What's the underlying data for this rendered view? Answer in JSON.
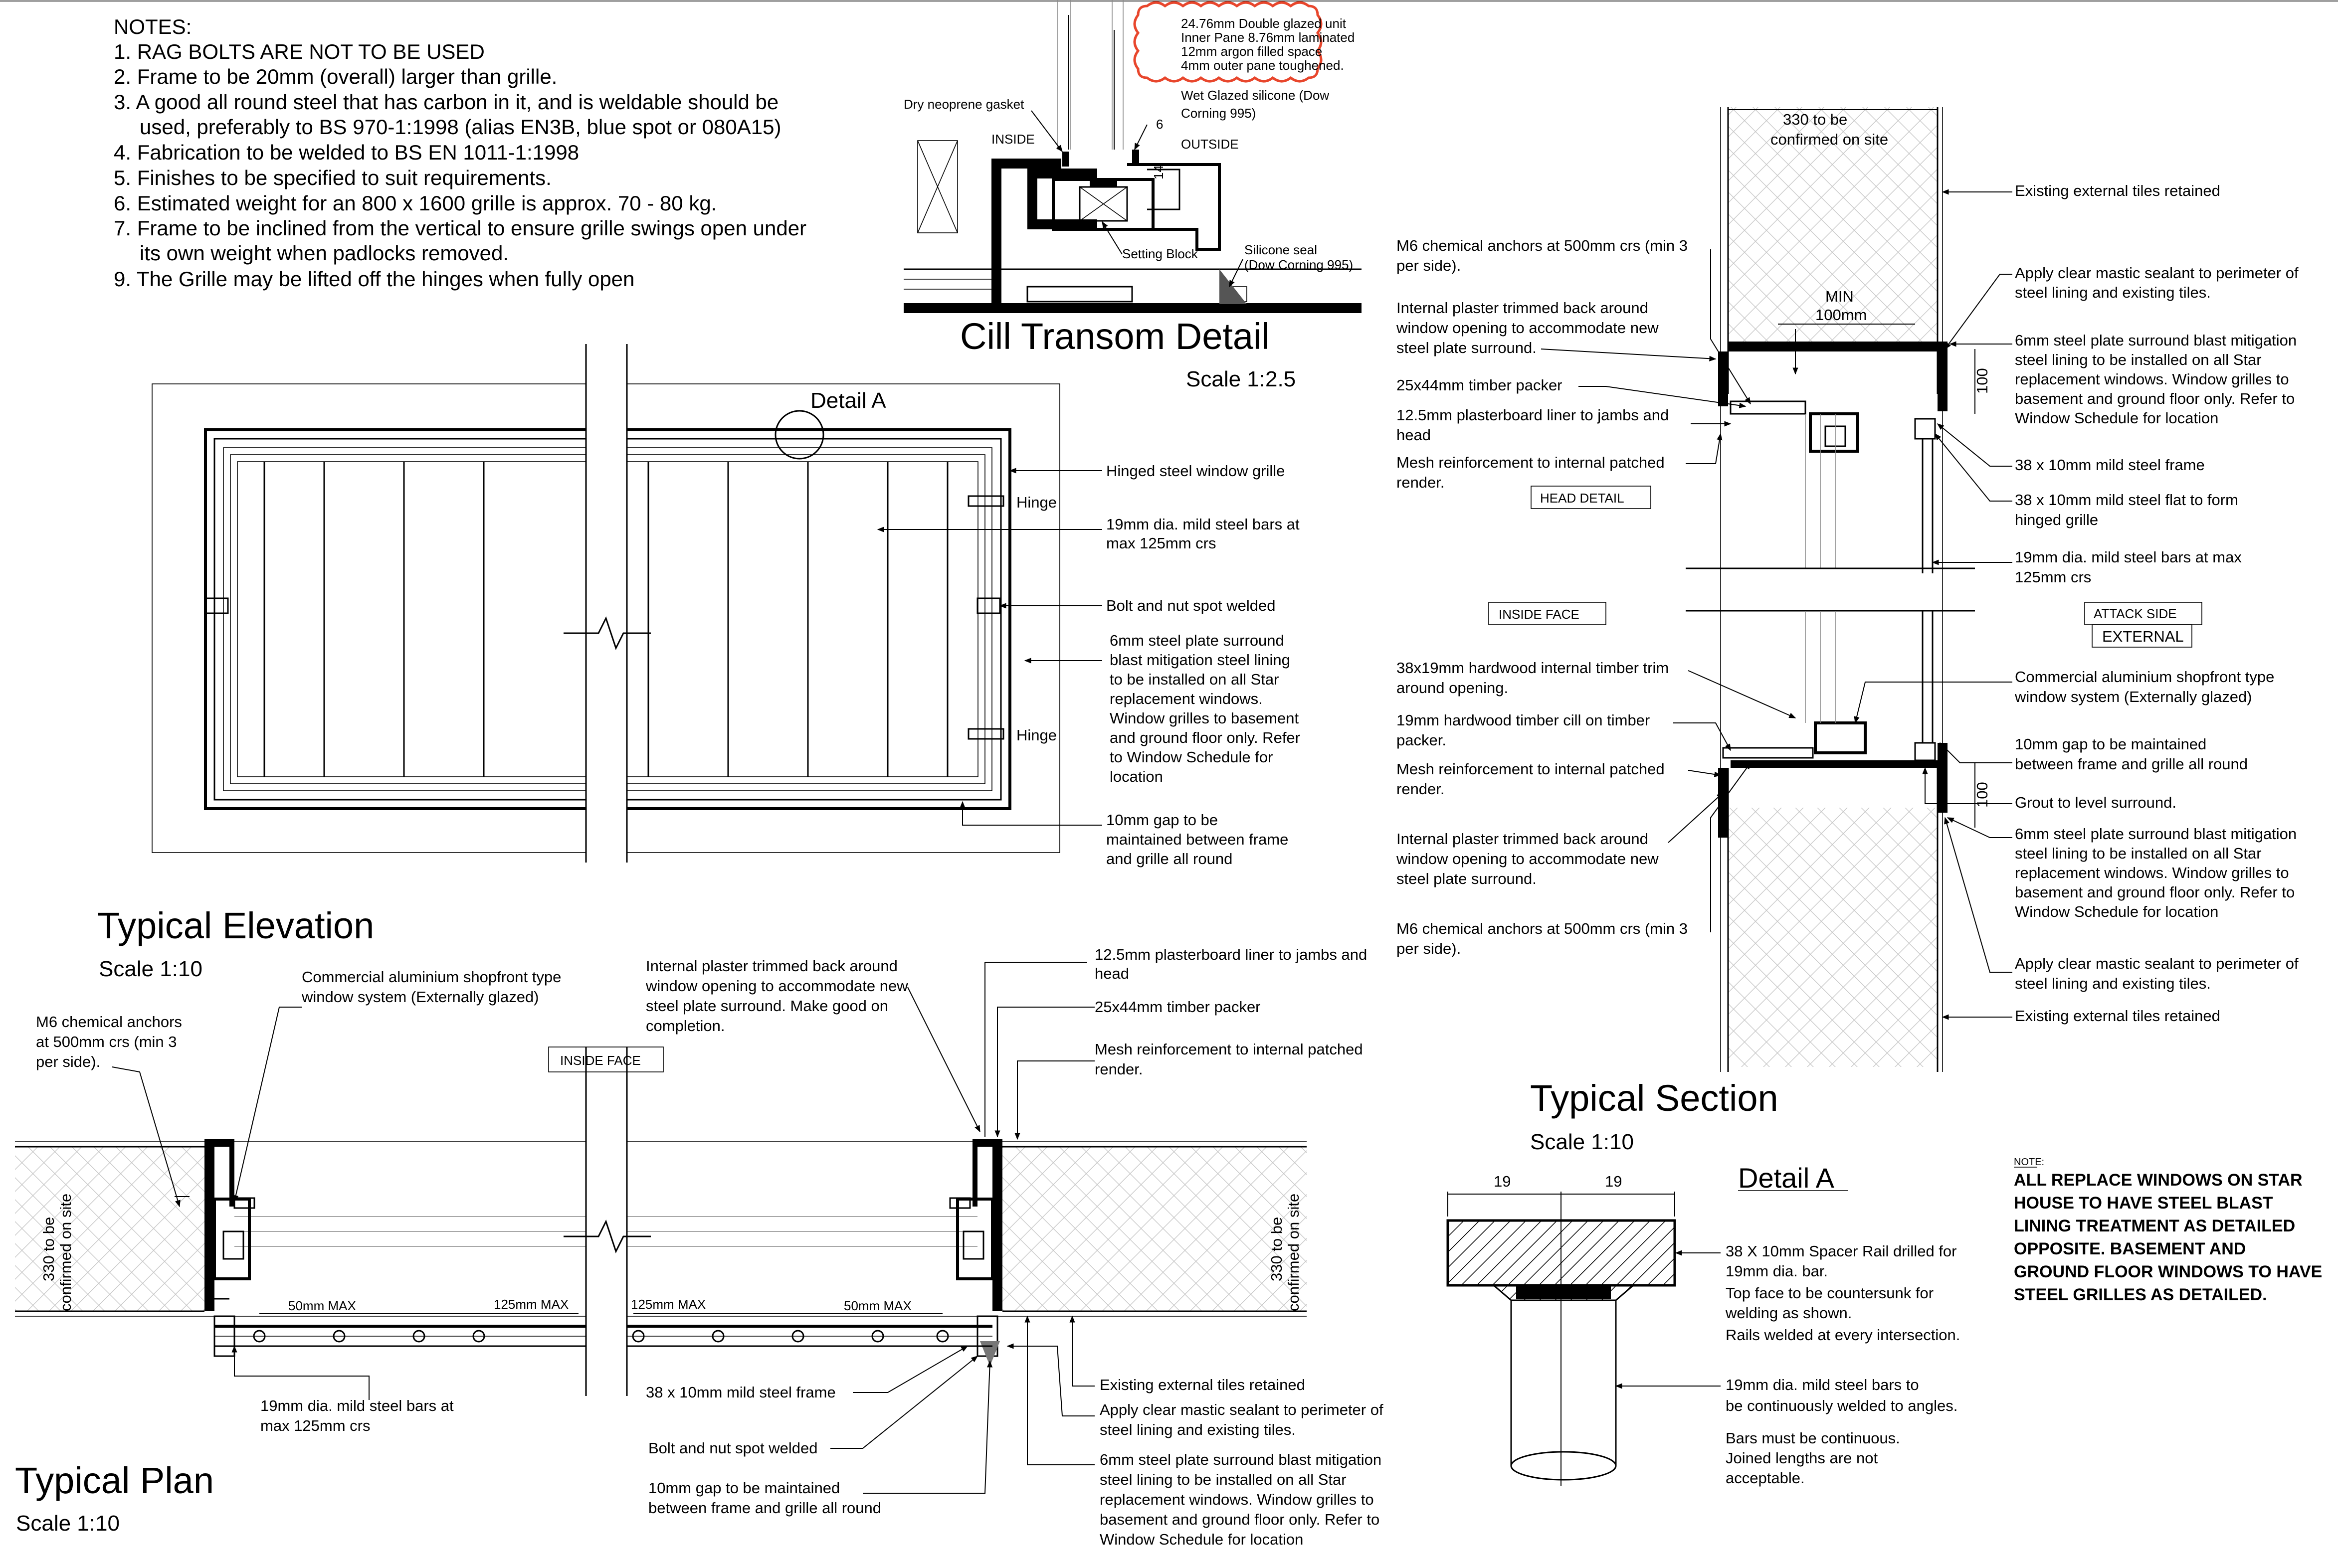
{
  "notes": {
    "heading": "NOTES:",
    "items": [
      "1.  RAG BOLTS ARE NOT TO BE USED",
      "2.  Frame to be 20mm (overall) larger than grille.",
      "3.  A good all round steel that has carbon in it, and is weldable should be",
      "used, preferably to BS 970-1:1998 (alias EN3B, blue spot or 080A15)",
      "4.  Fabrication to be welded to BS EN 1011-1:1998",
      "5.  Finishes to be specified to suit requirements.",
      "6.  Estimated weight for an 800 x 1600 grille is approx. 70 - 80 kg.",
      "7.  Frame to be inclined from the vertical to ensure grille swings open under",
      "its own weight when padlocks removed.",
      "9.  The Grille may be lifted off the hinges when fully open"
    ]
  },
  "cill": {
    "title": "Cill Transom Detail",
    "scale": "Scale 1:2.5",
    "cloud": [
      "24.76mm Double glazed unit",
      "Inner Pane 8.76mm laminated",
      "12mm argon filled space",
      "4mm outer pane toughened."
    ],
    "gasket": "Dry neoprene gasket",
    "silicone_wet": [
      "Wet Glazed silicone (Dow",
      "Corning 995)"
    ],
    "inside": "INSIDE",
    "outside": "OUTSIDE",
    "dim6": "6",
    "dim14": "14",
    "setting_block": "Setting Block",
    "seal": [
      "Silicone seal",
      "(Dow Corning 995)"
    ]
  },
  "elevation": {
    "title": "Typical Elevation",
    "scale": "Scale 1:10",
    "detail_a": "Detail A",
    "hinge": "Hinge",
    "labels": {
      "grille": "Hinged steel window grille",
      "bars": [
        "19mm dia. mild steel bars at",
        "max 125mm crs"
      ],
      "bolt": "Bolt and nut spot welded",
      "plate": [
        "6mm steel plate surround",
        "blast mitigation steel lining",
        "to be installed on all Star",
        "replacement windows.",
        "Window grilles to basement",
        "and ground floor only. Refer",
        "to Window Schedule for",
        "location"
      ],
      "gap": [
        "10mm gap to be",
        "maintained between frame",
        "and grille all round"
      ]
    }
  },
  "plan": {
    "title": "Typical Plan",
    "scale": "Scale 1:10",
    "inside_face": "INSIDE FACE",
    "site_dim": [
      "330 to be",
      "confirmed on site"
    ],
    "spacing": [
      "50mm MAX",
      "125mm MAX",
      "125mm MAX",
      "50mm MAX"
    ],
    "labels": {
      "anchors": [
        "M6 chemical anchors",
        "at 500mm crs (min 3",
        "per side)."
      ],
      "shopfront": [
        "Commercial aluminium shopfront type",
        "window system (Externally glazed)"
      ],
      "plaster": [
        "Internal plaster trimmed back around",
        "window opening to accommodate new",
        "steel plate surround.  Make good on",
        "completion."
      ],
      "plasterboard": [
        "12.5mm plasterboard liner to jambs and",
        "head"
      ],
      "packer": "25x44mm timber packer",
      "mesh": [
        "Mesh reinforcement to internal patched",
        "render."
      ],
      "bars": [
        "19mm dia. mild steel bars at",
        "max 125mm crs"
      ],
      "frame": "38 x 10mm mild steel frame",
      "bolt": "Bolt and nut spot welded",
      "gap": [
        "10mm gap to be maintained",
        "between frame and grille all round"
      ],
      "tiles": "Existing external tiles retained",
      "mastic": [
        "Apply clear mastic sealant to perimeter of",
        "steel lining and existing tiles."
      ],
      "plate": [
        "6mm steel plate surround blast mitigation",
        "steel lining to be installed on all Star",
        "replacement windows.  Window grilles to",
        "basement and ground floor only. Refer to",
        "Window Schedule for location"
      ]
    }
  },
  "section": {
    "title": "Typical Section",
    "scale": "Scale 1:10",
    "site_dim": [
      "330 to be",
      "confirmed on site"
    ],
    "min": [
      "MIN",
      "100mm"
    ],
    "dim100": "100",
    "head_detail": "HEAD DETAIL",
    "inside_face": "INSIDE FACE",
    "attack_side": "ATTACK SIDE",
    "external": "EXTERNAL",
    "left_labels": {
      "anchors": [
        "M6 chemical anchors at 500mm crs (min 3",
        "per side)."
      ],
      "plaster": [
        "Internal plaster trimmed back around",
        "window opening to accommodate new",
        "steel plate surround."
      ],
      "packer": "25x44mm timber packer",
      "plasterboard": [
        "12.5mm plasterboard liner to jambs and",
        "head"
      ],
      "mesh": [
        "Mesh reinforcement to internal patched",
        "render."
      ],
      "trim": [
        "38x19mm hardwood internal timber trim",
        "around opening."
      ],
      "cill": [
        "19mm hardwood timber cill on timber",
        "packer."
      ],
      "mesh2": [
        "Mesh reinforcement to internal patched",
        "render."
      ],
      "plaster2": [
        "Internal plaster trimmed back around",
        "window opening to accommodate new",
        "steel plate surround."
      ],
      "anchors2": [
        "M6 chemical anchors at 500mm crs (min 3",
        "per side)."
      ]
    },
    "right_labels": {
      "tiles": "Existing external tiles retained",
      "mastic": [
        "Apply clear mastic sealant to perimeter of",
        "steel lining and existing tiles."
      ],
      "plate": [
        "6mm steel plate surround blast mitigation",
        "steel lining to be installed on all Star",
        "replacement windows.  Window grilles to",
        "basement and ground floor only. Refer to",
        "Window Schedule for location"
      ],
      "frame": "38 x 10mm mild steel frame",
      "flat": [
        "38 x 10mm mild steel flat to form",
        "hinged grille"
      ],
      "bars": [
        "19mm dia. mild steel bars at max",
        "125mm crs"
      ],
      "shopfront": [
        "Commercial aluminium shopfront type",
        "window system (Externally glazed)"
      ],
      "gap": [
        "10mm gap to be maintained",
        "between frame and grille all round"
      ],
      "grout": "Grout to level surround.",
      "plate2": [
        "6mm steel plate surround blast mitigation",
        "steel lining to be installed on all Star",
        "replacement windows.  Window grilles to",
        "basement and ground floor only. Refer to",
        "Window Schedule for location"
      ],
      "mastic2": [
        "Apply clear mastic sealant to perimeter of",
        "steel lining and existing tiles."
      ],
      "tiles2": "Existing external tiles retained"
    }
  },
  "detail_a": {
    "title": "Detail A",
    "dims": [
      "19",
      "19"
    ],
    "rail": [
      "38 X 10mm Spacer Rail drilled for",
      "19mm dia. bar.",
      "Top face to be countersunk for",
      "welding as shown.",
      "Rails welded at every intersection."
    ],
    "bars": [
      "19mm dia. mild steel bars to",
      "be continuously welded to angles."
    ],
    "continuous": [
      "Bars must be continuous.",
      "Joined lengths are not",
      "acceptable."
    ]
  },
  "note": {
    "heading": "NOTE:",
    "lines": [
      "ALL REPLACE WINDOWS ON STAR",
      "HOUSE TO HAVE STEEL BLAST",
      "LINING TREATMENT AS DETAILED",
      "OPPOSITE.  BASEMENT AND",
      "GROUND FLOOR WINDOWS TO HAVE",
      "STEEL GRILLES AS DETAILED."
    ]
  }
}
